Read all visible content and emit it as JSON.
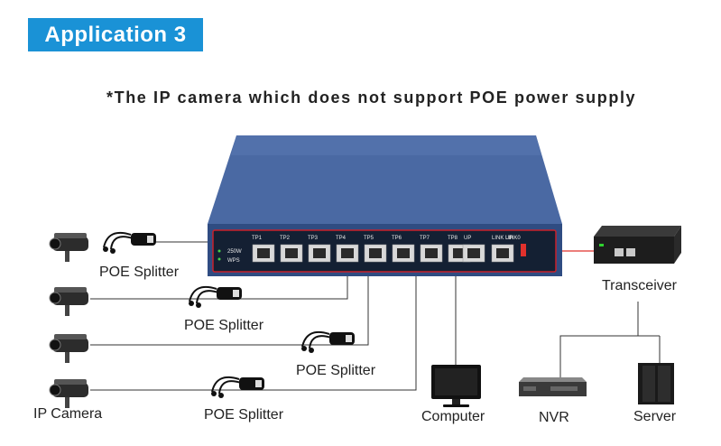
{
  "banner": {
    "title": "Application 3"
  },
  "subtitle": "*The IP camera which does not support POE power supply",
  "switch": {
    "power_label": "250W",
    "wps_label": "WPS",
    "ports": [
      "TP1",
      "TP2",
      "TP3",
      "TP4",
      "TP5",
      "TP6",
      "TP7",
      "TP8",
      "UP",
      "LINK UP",
      "LINK0"
    ]
  },
  "labels": {
    "splitter": "POE Splitter",
    "ip_camera": "IP Camera",
    "computer": "Computer",
    "nvr": "NVR",
    "server": "Server",
    "transceiver": "Transceiver"
  },
  "colors": {
    "banner": "#1a92d6",
    "switch_body": "#3f5c93",
    "highlight_line": "#e0312c"
  }
}
